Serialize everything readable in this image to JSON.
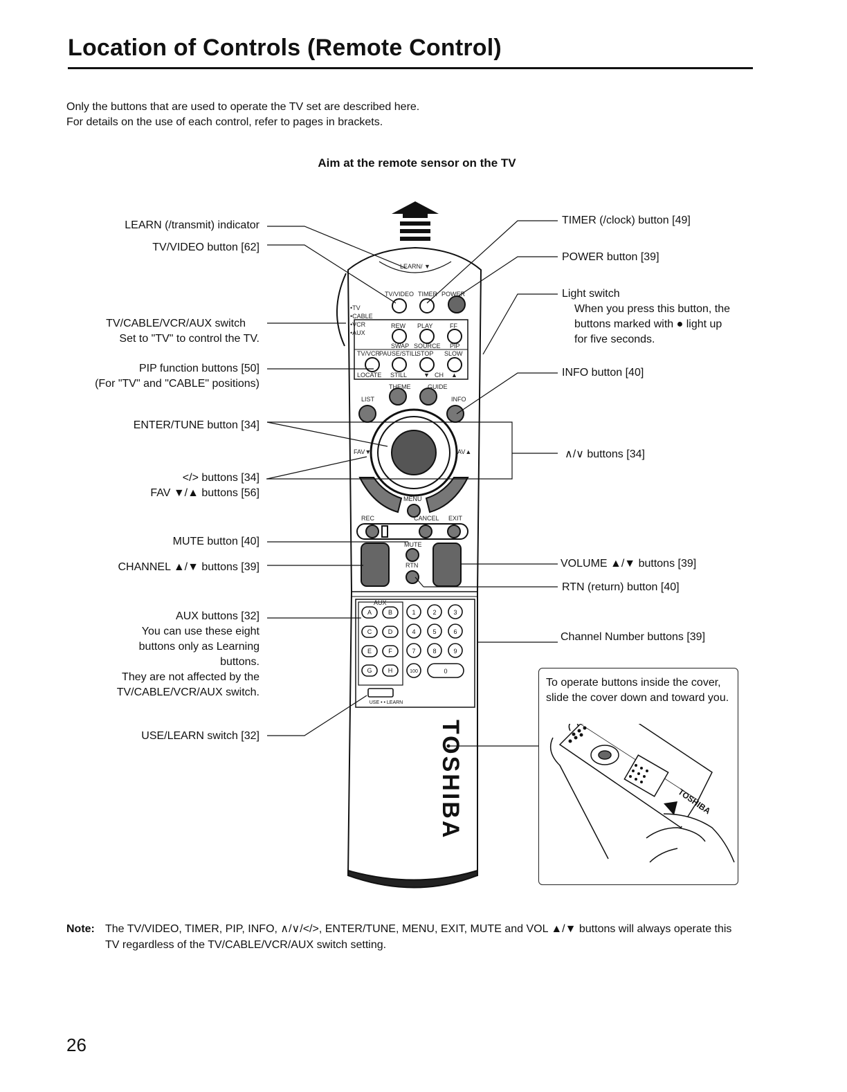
{
  "header": {
    "title": "Location of Controls (Remote Control)"
  },
  "intro": {
    "line1": "Only the buttons that are used to operate the TV set are described here.",
    "line2": "For details on the use of each control, refer to pages in brackets."
  },
  "aim_label": "Aim at the remote sensor on the TV",
  "left_labels": {
    "learn": "LEARN (/transmit) indicator",
    "tvvideo": "TV/VIDEO button [62]",
    "switch_title": "TV/CABLE/VCR/AUX switch",
    "switch_desc": "Set to \"TV\" to control the TV.",
    "pip_title": "PIP function buttons [50]",
    "pip_desc": "(For \"TV\" and \"CABLE\" positions)",
    "enter": "ENTER/TUNE button [34]",
    "lr": "</> buttons [34]",
    "fav": "FAV ▼/▲ buttons [56]",
    "mute": "MUTE button [40]",
    "channel": "CHANNEL ▲/▼ buttons [39]",
    "aux_title": "AUX buttons [32]",
    "aux_d1": "You can use these eight",
    "aux_d2": "buttons only as Learning",
    "aux_d3": "buttons.",
    "aux_d4": "They are not affected by the",
    "aux_d5": "TV/CABLE/VCR/AUX switch.",
    "uselearn": "USE/LEARN switch [32]"
  },
  "right_labels": {
    "timer": "TIMER (/clock) button [49]",
    "power": "POWER button [39]",
    "light_title": "Light switch",
    "light_d1": "When you press this button, the",
    "light_d2": "buttons marked with ● light up",
    "light_d3": "for five seconds.",
    "info": "INFO button [40]",
    "updown": "∧/∨ buttons [34]",
    "volume": "VOLUME ▲/▼ buttons [39]",
    "rtn": "RTN (return) button [40]",
    "channel_number": "Channel Number buttons [39]"
  },
  "cover_box": {
    "text": "To operate buttons inside the cover, slide the cover down and toward you.",
    "brand": "TOSHIBA"
  },
  "remote": {
    "brand": "TOSHIBA",
    "learn_label": "LEARN/ ▼",
    "top_labels": [
      "TV/VIDEO",
      "TIMER",
      "POWER"
    ],
    "switch_positions": [
      "•TV",
      "•CABLE",
      "•VCR",
      "•AUX"
    ],
    "transport_labels": [
      "REW",
      "PLAY",
      "FF"
    ],
    "pip_labels_row1": [
      "SWAP",
      "SOURCE",
      "PIP"
    ],
    "pip_labels_row2": [
      "TV/VCR",
      "PAUSE/STILL",
      "STOP",
      "SLOW"
    ],
    "pip_labels_row3": [
      "LOCATE",
      "STILL",
      "▼",
      "CH",
      "▲"
    ],
    "round_labels": [
      "LIST",
      "THEME",
      "GUIDE",
      "INFO"
    ],
    "fav_left": "FAV▼",
    "fav_right": "FAV▲",
    "menu": "MENU",
    "row_labels": [
      "REC",
      "CANCEL",
      "EXIT"
    ],
    "mute": "MUTE",
    "rtn": "RTN",
    "aux": "AUX",
    "aux_keys": [
      "A",
      "B",
      "C",
      "D",
      "E",
      "F",
      "G",
      "H"
    ],
    "digits": [
      "1",
      "2",
      "3",
      "4",
      "5",
      "6",
      "7",
      "8",
      "9"
    ],
    "key_100": "100",
    "key_0": "0",
    "uselearn": "USE • • LEARN"
  },
  "note": {
    "label": "Note:",
    "text": "The TV/VIDEO, TIMER, PIP, INFO, ∧/∨/</>, ENTER/TUNE, MENU, EXIT, MUTE and VOL ▲/▼ buttons will always operate this TV regardless of the TV/CABLE/VCR/AUX switch setting."
  },
  "page_number": "26"
}
